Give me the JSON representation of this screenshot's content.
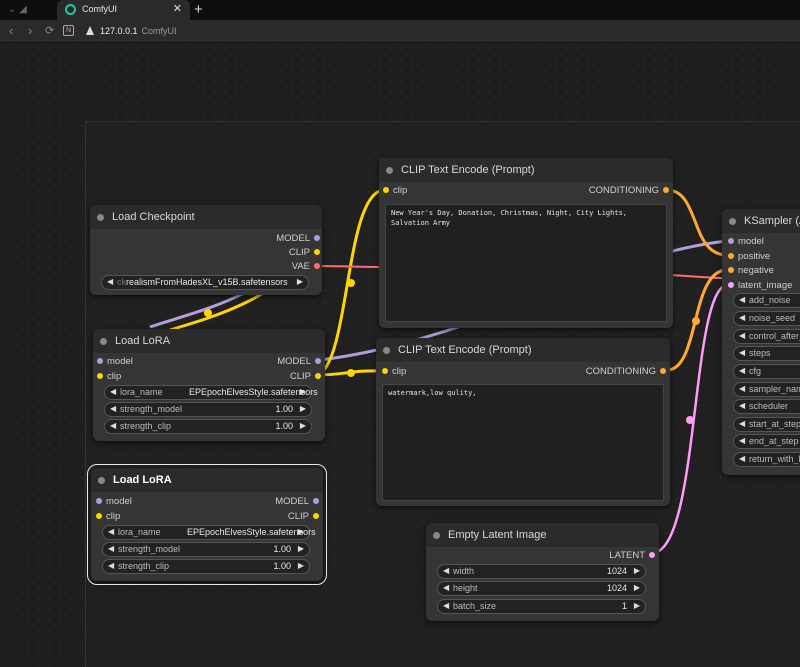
{
  "browser": {
    "tab_title": "ComfyUI",
    "tab_close": "✕",
    "new_tab": "+",
    "url_host": "127.0.0.1",
    "url_title": "ComfyUI",
    "back": "‹",
    "forward": "›",
    "reload": "⟳",
    "site_icon": "N"
  },
  "colors": {
    "model": "#b39ddb",
    "clip": "#ffd500",
    "vae": "#ff6e6e",
    "conditioning": "#ffa931",
    "latent": "#ff9cf9"
  },
  "nodes": {
    "load_checkpoint": {
      "title": "Load Checkpoint",
      "outputs": [
        "MODEL",
        "CLIP",
        "VAE"
      ],
      "ckpt_label": "ckpt_name",
      "ckpt_value": "realismFromHadesXL_v15B.safetensors"
    },
    "load_lora_1": {
      "title": "Load LoRA",
      "inputs": [
        "model",
        "clip"
      ],
      "outputs": [
        "MODEL",
        "CLIP"
      ],
      "widgets": [
        {
          "label": "lora_name",
          "value": "EPEpochElvesStyle.safetensors"
        },
        {
          "label": "strength_model",
          "value": "1.00"
        },
        {
          "label": "strength_clip",
          "value": "1.00"
        }
      ]
    },
    "load_lora_2": {
      "title": "Load LoRA",
      "inputs": [
        "model",
        "clip"
      ],
      "outputs": [
        "MODEL",
        "CLIP"
      ],
      "widgets": [
        {
          "label": "lora_name",
          "value": "EPEpochElvesStyle.safetensors"
        },
        {
          "label": "strength_model",
          "value": "1.00"
        },
        {
          "label": "strength_clip",
          "value": "1.00"
        }
      ]
    },
    "clip_encode_pos": {
      "title": "CLIP Text Encode (Prompt)",
      "input": "clip",
      "output": "CONDITIONING",
      "text": "New Year's Day, Donation, Christmas, Night, City Lights, Salvation Army"
    },
    "clip_encode_neg": {
      "title": "CLIP Text Encode (Prompt)",
      "input": "clip",
      "output": "CONDITIONING",
      "text": "watermark,low qulity,"
    },
    "empty_latent": {
      "title": "Empty Latent Image",
      "output": "LATENT",
      "widgets": [
        {
          "label": "width",
          "value": "1024"
        },
        {
          "label": "height",
          "value": "1024"
        },
        {
          "label": "batch_size",
          "value": "1"
        }
      ]
    },
    "ksampler": {
      "title": "KSampler (A",
      "inputs": [
        "model",
        "positive",
        "negative",
        "latent_image"
      ],
      "widgets": [
        "add_noise",
        "noise_seed",
        "control_after_",
        "steps",
        "cfg",
        "sampler_nam",
        "scheduler",
        "start_at_step",
        "end_at_step",
        "return_with_le"
      ]
    }
  }
}
